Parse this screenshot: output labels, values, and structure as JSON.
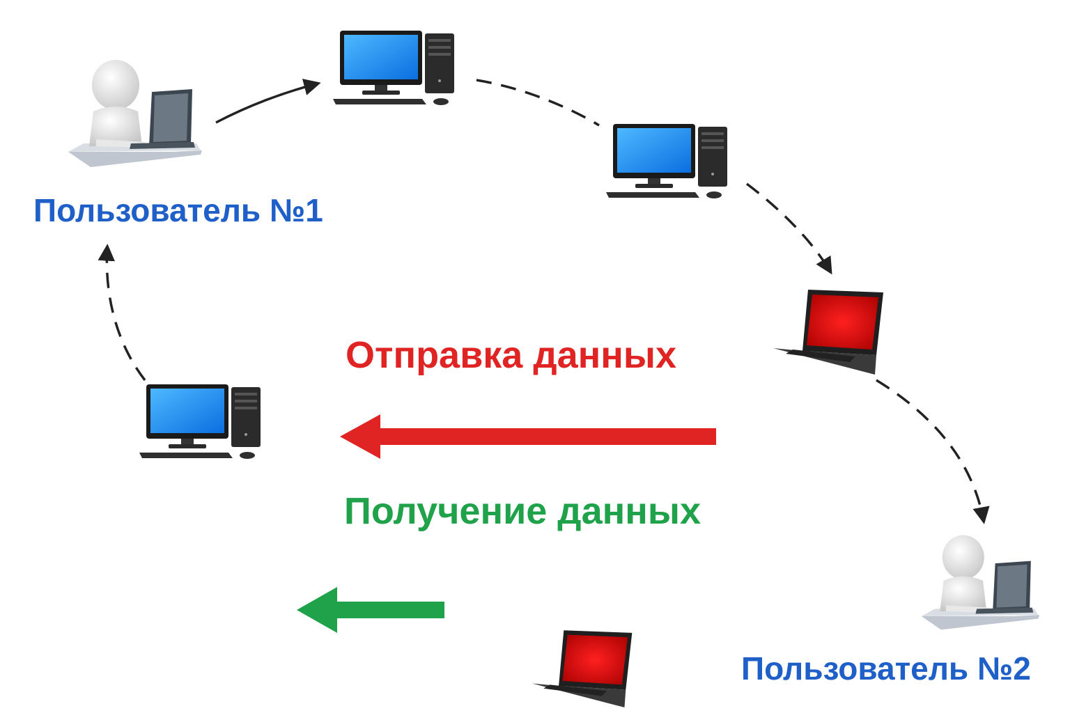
{
  "nodes": {
    "user1": {
      "label": "Пользователь №1",
      "kind": "user-with-laptop"
    },
    "user2": {
      "label": "Пользователь №2",
      "kind": "user-with-laptop"
    },
    "pc_top": {
      "kind": "desktop-computer"
    },
    "pc_right": {
      "kind": "desktop-computer"
    },
    "pc_left": {
      "kind": "desktop-computer"
    },
    "laptop_right": {
      "kind": "infected-laptop"
    },
    "laptop_bottom": {
      "kind": "infected-laptop"
    }
  },
  "legend": {
    "send": {
      "label": "Отправка данных",
      "color": "#e02424"
    },
    "receive": {
      "label": "Получение данных",
      "color": "#1fa24a"
    }
  },
  "colors": {
    "user_label": "#1f5fc8",
    "screen_blue": "#1e90ff",
    "screen_red": "#d40000",
    "path": "#222222"
  },
  "icons": {
    "user": "person-at-laptop-icon",
    "pc": "desktop-computer-icon",
    "laptop": "red-screen-laptop-icon"
  }
}
